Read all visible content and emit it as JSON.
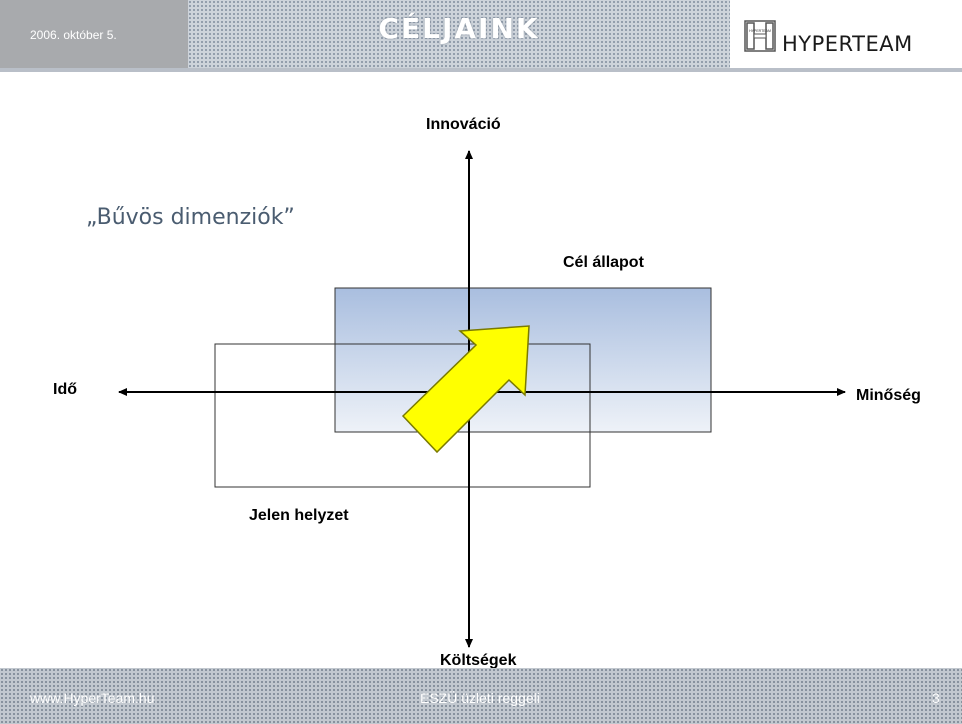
{
  "header": {
    "date": "2006. október 5.",
    "title": "CÉLJAINK",
    "logo_small_text": "HYPERTEAM",
    "logo_text": "HYPERTEAM"
  },
  "slide": {
    "subtitle": "„Bűvös dimenziók”"
  },
  "diagram": {
    "axes": {
      "top": "Innováció",
      "bottom": "Költségek",
      "left": "Idő",
      "right": "Minőség"
    },
    "target_label": "Cél állapot",
    "current_label": "Jelen helyzet",
    "colors": {
      "target_top": "#a9bedf",
      "target_bottom": "#eef2f8",
      "arrow_fill": "#ffff00",
      "arrow_stroke": "#7a7a00"
    }
  },
  "footer": {
    "website": "www.HyperTeam.hu",
    "event": "ESZÜ üzleti reggeli",
    "page_number": "3"
  }
}
